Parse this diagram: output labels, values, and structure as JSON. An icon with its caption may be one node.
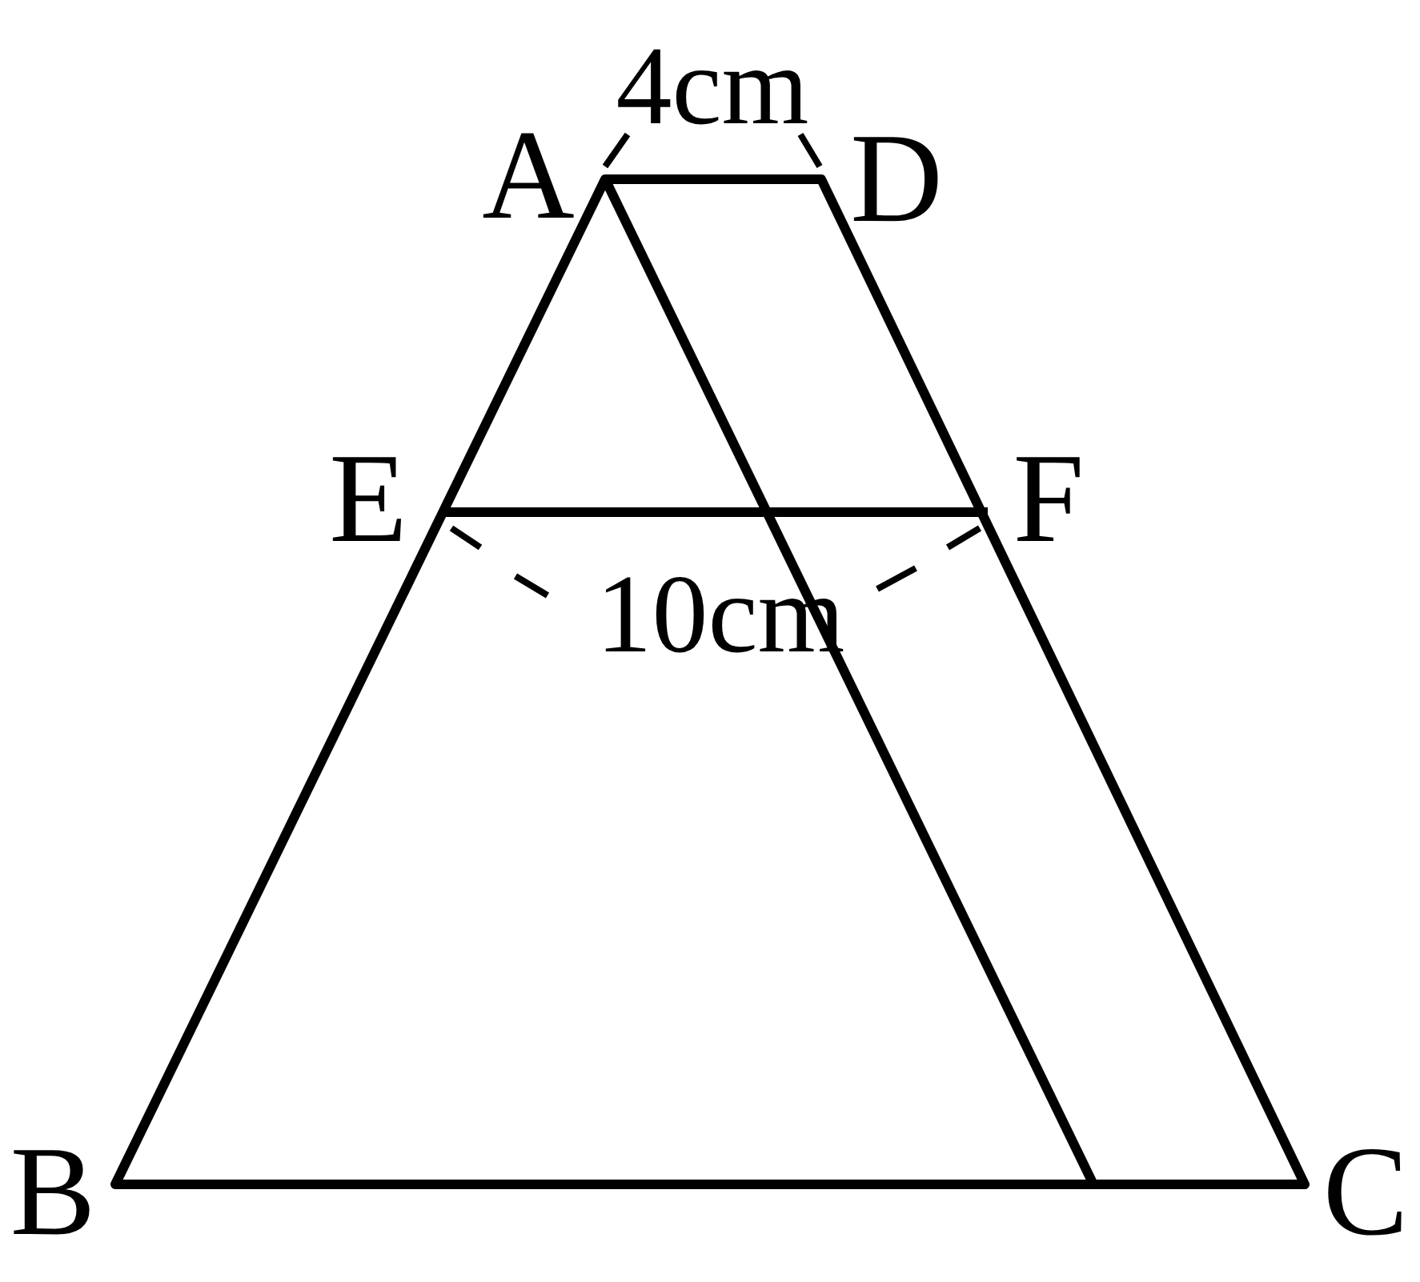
{
  "diagram": {
    "labels": [
      "4cm",
      "A",
      "D",
      "E",
      "F",
      "10cm",
      "B",
      "C"
    ]
  }
}
